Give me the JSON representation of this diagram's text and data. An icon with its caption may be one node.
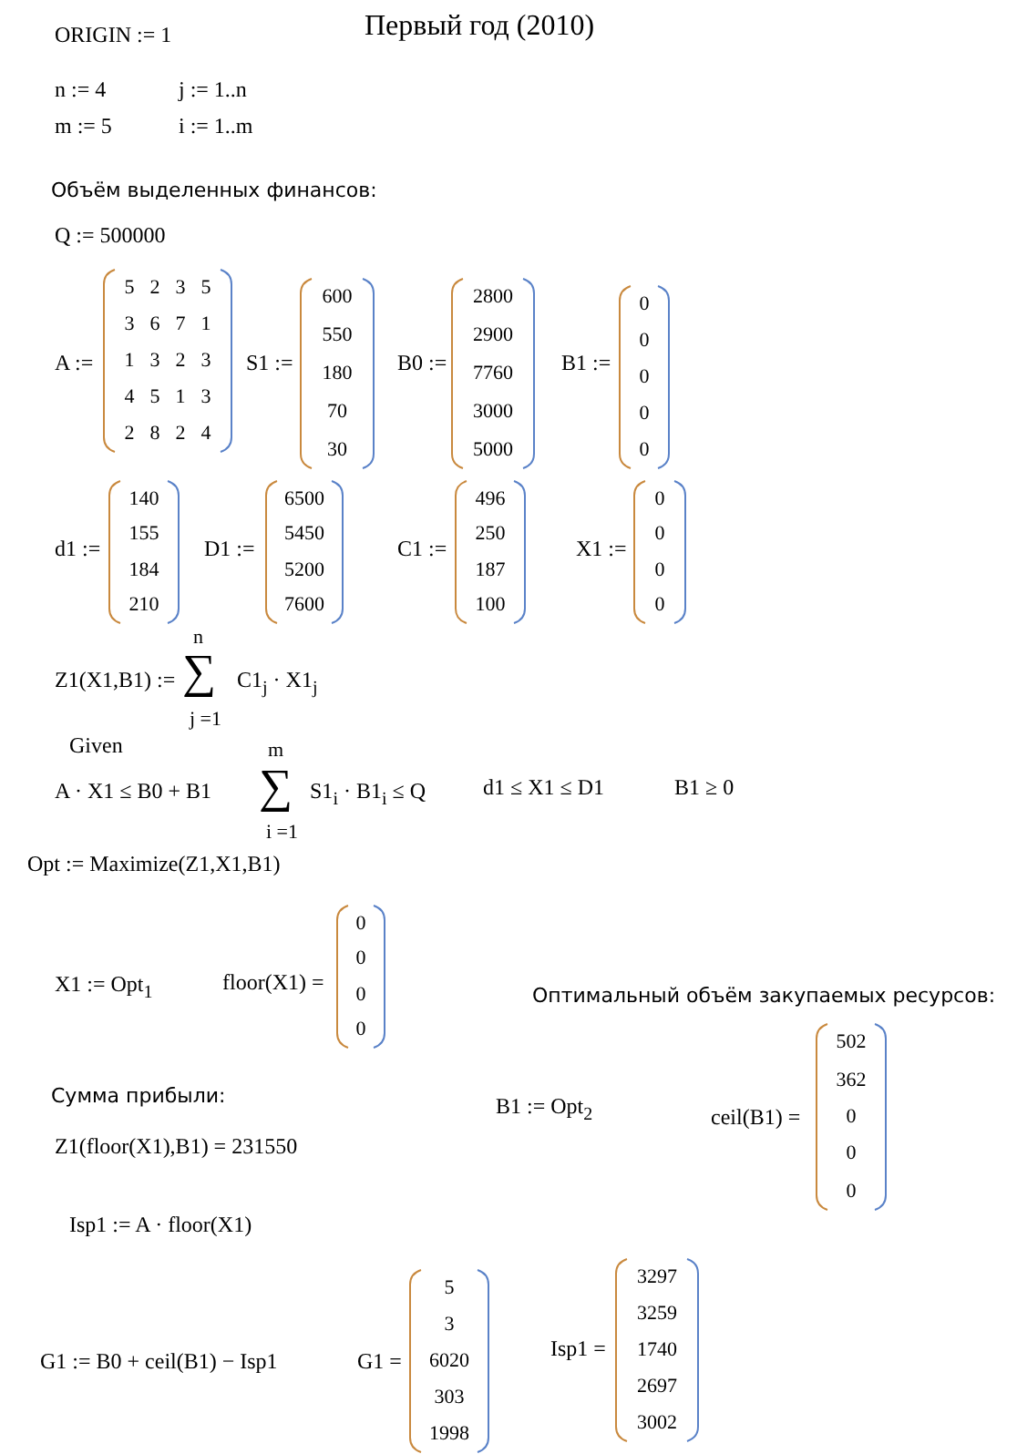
{
  "diagram": {
    "title": "Первый год (2010)",
    "labels": [
      "ORIGIN := 1",
      "n := 4",
      "j := 1..n",
      "m := 5",
      "i := 1..m",
      "Объём выделенных финансов:",
      "Q := 500000",
      "A :=",
      "5",
      "2",
      "3",
      "5",
      "3",
      "6",
      "7",
      "1",
      "1",
      "3",
      "2",
      "3",
      "4",
      "5",
      "1",
      "3",
      "2",
      "8",
      "2",
      "4",
      "S1 :=",
      "600",
      "550",
      "180",
      "70",
      "30",
      "B0 :=",
      "2800",
      "2900",
      "7760",
      "3000",
      "5000",
      "B1 :=",
      "0",
      "0",
      "0",
      "0",
      "0",
      "d1 :=",
      "140",
      "155",
      "184",
      "210",
      "D1 :=",
      "6500",
      "5450",
      "5200",
      "7600",
      "C1 :=",
      "496",
      "250",
      "187",
      "100",
      "X1 :=",
      "0",
      "0",
      "0",
      "0",
      "Z1(X1,B1) :=",
      "n",
      "∑",
      "j =1",
      "C1$_{j}$ · X1$_{j}$",
      "Given",
      "A · X1 ≤ B0 + B1",
      "m",
      "∑",
      "i =1",
      "S1$_{i}$ · B1$_{i}$ ≤ Q",
      "d1 ≤ X1 ≤ D1",
      "B1 ≥ 0",
      "Opt := Maximize(Z1,X1,B1)",
      "X1 := Opt$_{1}$",
      "floor(X1) =",
      "0",
      "0",
      "0",
      "0",
      "Оптимальный объём  закупаемых ресурсов:",
      "Сумма прибыли:",
      "Z1(floor(X1),B1) = 231550",
      "B1 := Opt$_{2}$",
      "ceil(B1) =",
      "502",
      "362",
      "0",
      "0",
      "0",
      "Isp1 := A · floor(X1)",
      "G1 := B0 + ceil(B1) − Isp1",
      "G1 =",
      "5",
      "3",
      "6020",
      "303",
      "1998",
      "Isp1 =",
      "3297",
      "3259",
      "1740",
      "2697",
      "3002"
    ]
  }
}
